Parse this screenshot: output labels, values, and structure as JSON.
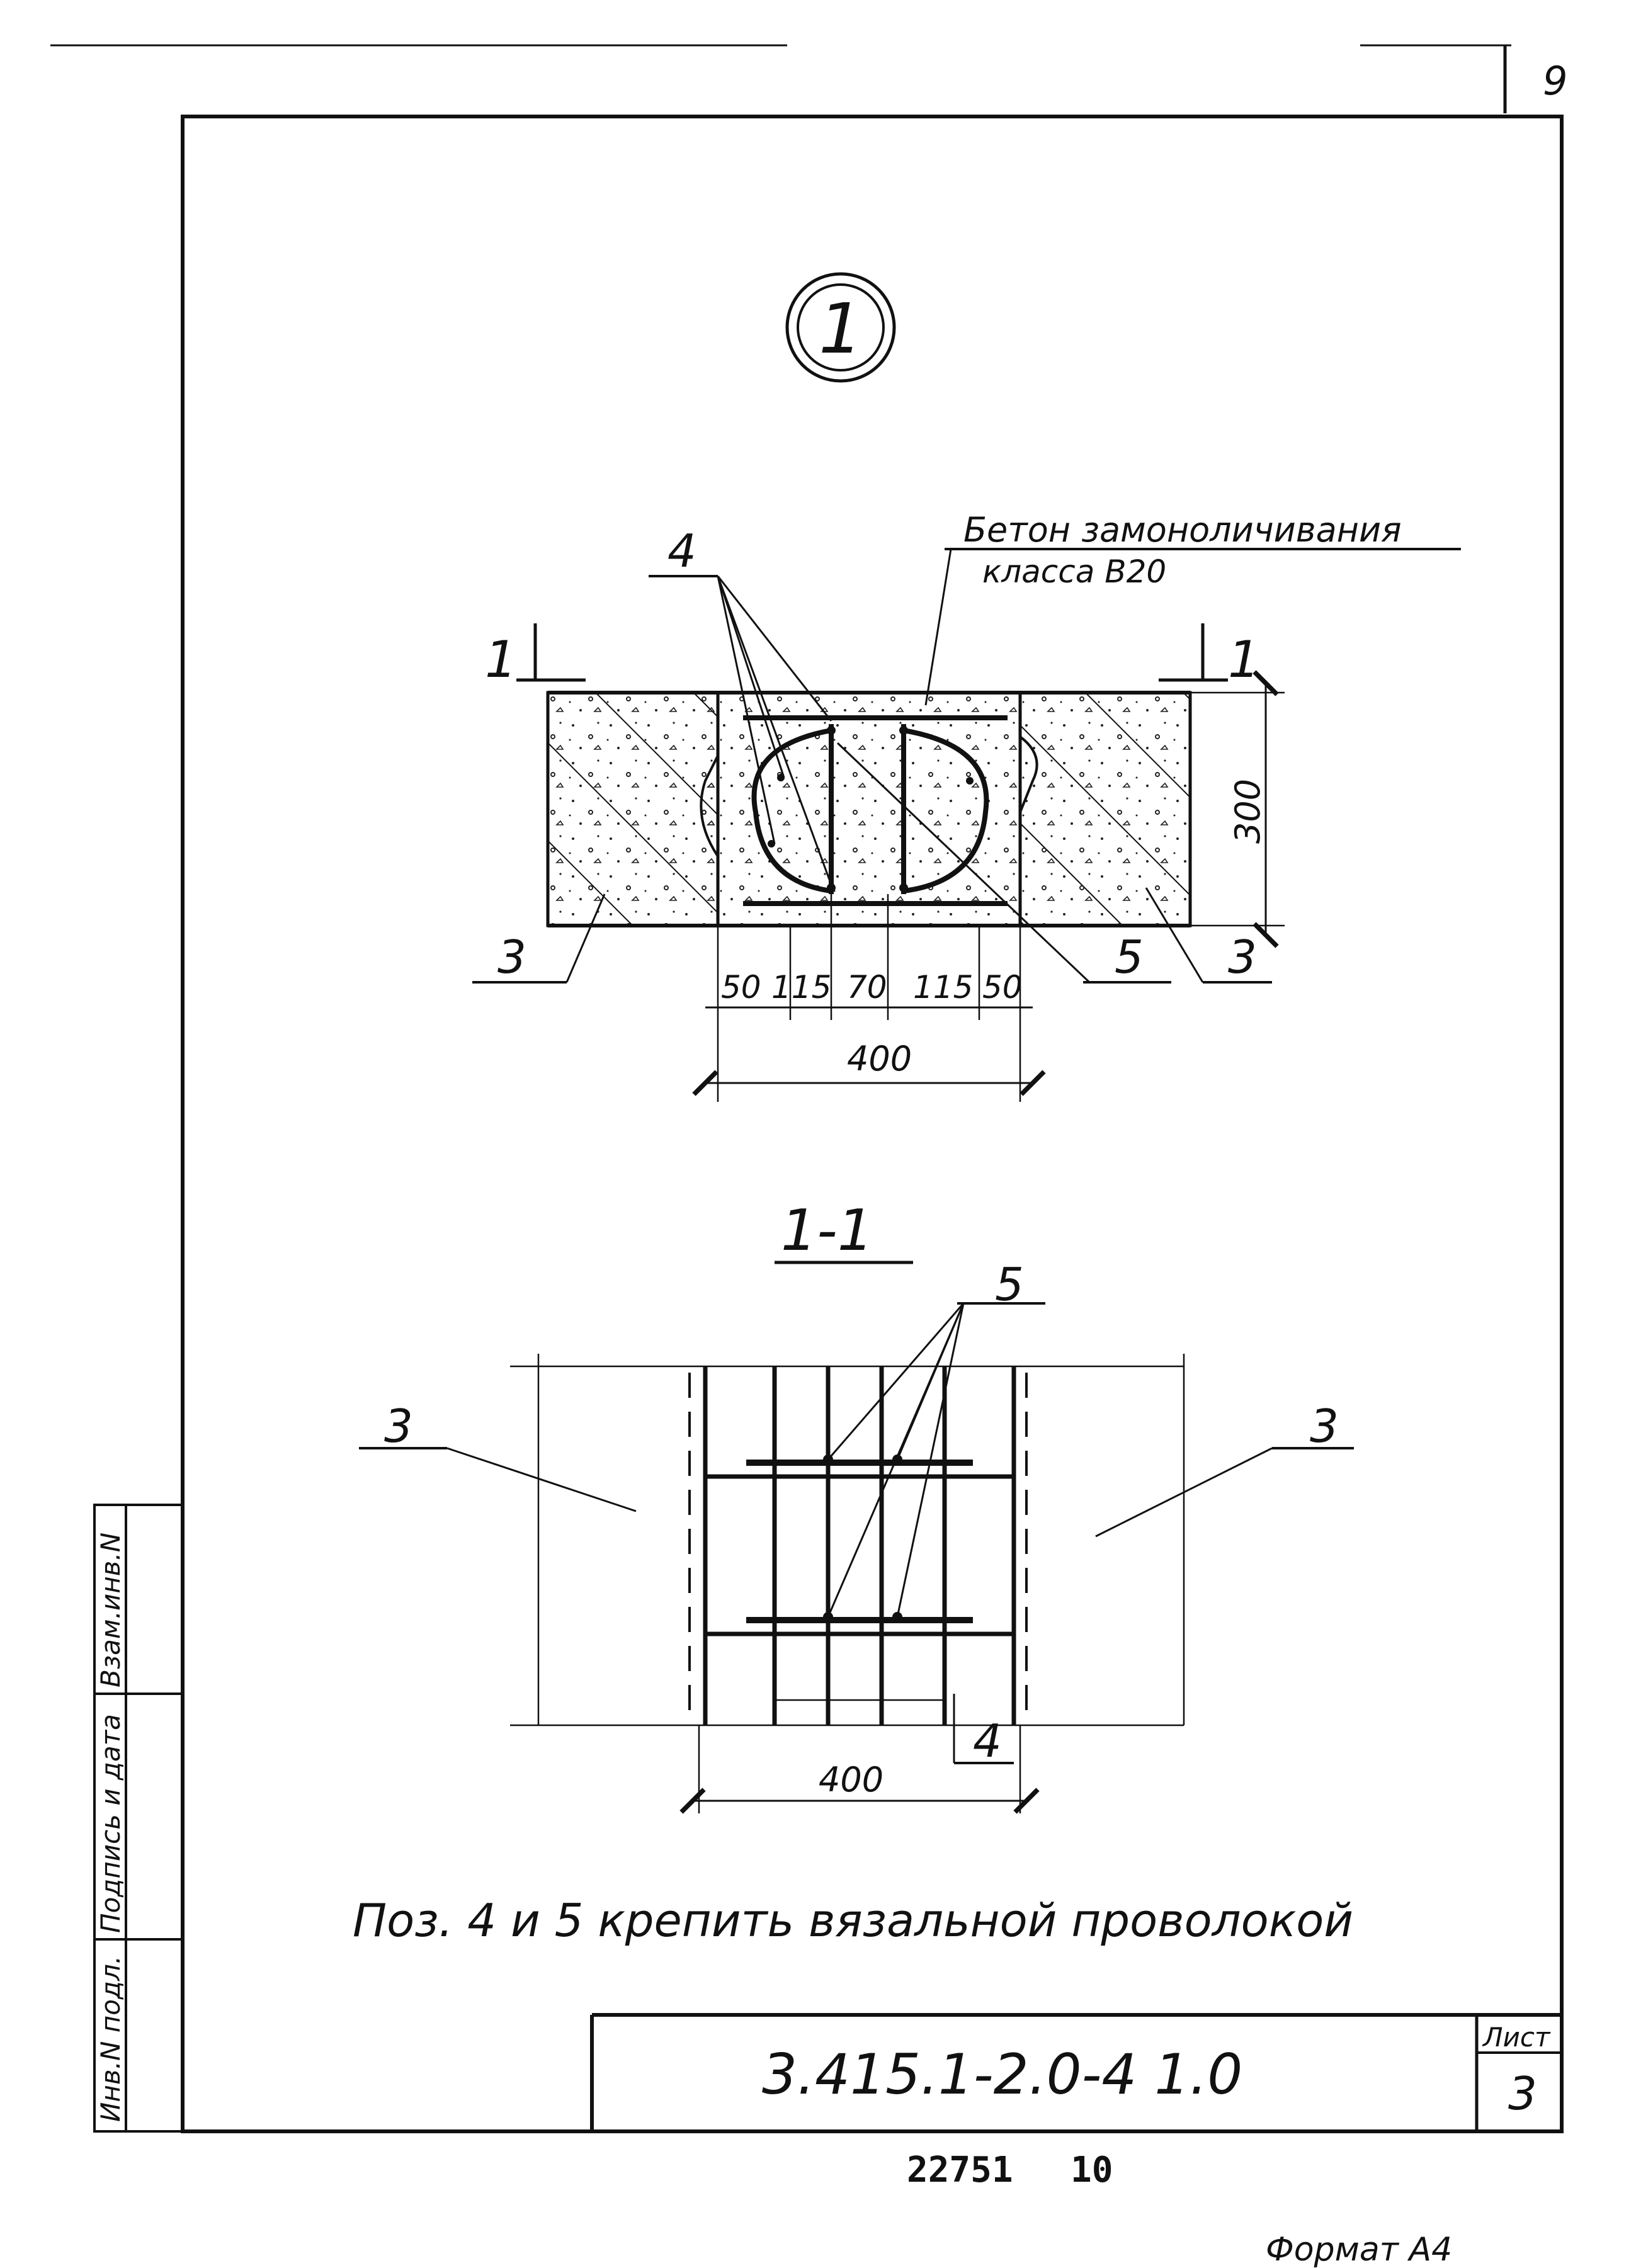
{
  "page_number": "9",
  "detail_marker": "1",
  "concrete_label": {
    "line1": "Бетон замоноличивания",
    "line2": "класса В20"
  },
  "callouts": {
    "pos3": "3",
    "pos4": "4",
    "pos5": "5"
  },
  "section_mark": "1",
  "height_dim": "300",
  "width_dims": [
    "50",
    "115",
    "70",
    "115",
    "50"
  ],
  "total_width": "400",
  "section_title": "1-1",
  "section_width": "400",
  "note": "Поз. 4 и 5 крепить вязальной проволокой",
  "side_stamp": {
    "inv_orig": "Инв.N подл.",
    "sign_date": "Подпись и дата",
    "inv_repl": "Взам.инв.N"
  },
  "title_block": {
    "code": "3.415.1-2.0-4 1.0",
    "sheet_label": "Лист",
    "sheet_number": "3"
  },
  "footer": {
    "order_number": "22751",
    "copy_number": "10",
    "format": "Формат А4"
  }
}
